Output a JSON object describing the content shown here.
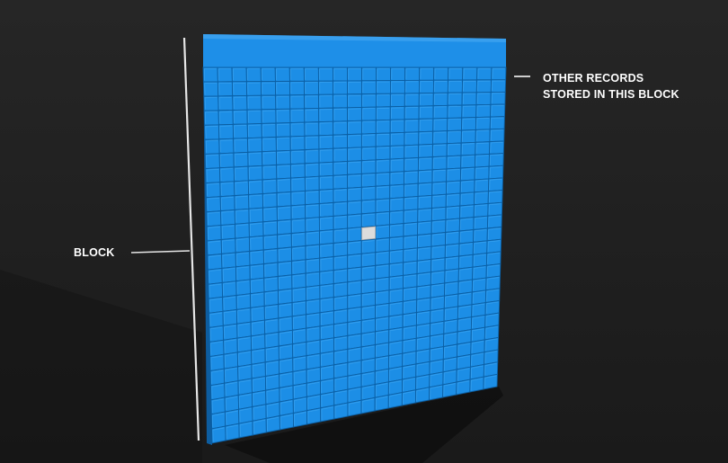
{
  "annotations": {
    "block_label": "BLOCK",
    "records_label_line1": "OTHER RECORDS",
    "records_label_line2": "STORED IN THIS BLOCK"
  },
  "block_grid": {
    "columns": 21,
    "rows": 26,
    "highlighted_record": {
      "column": 11,
      "row": 12
    }
  },
  "colors": {
    "background": "#1e1e1e",
    "block_blue": "#1c8ee6",
    "block_cap": "#1e8fe8",
    "grid_line": "#0b5fa4",
    "highlight_record": "#dcdcdc",
    "label_text": "#ffffff",
    "leader_line": "#e6e6e6"
  }
}
